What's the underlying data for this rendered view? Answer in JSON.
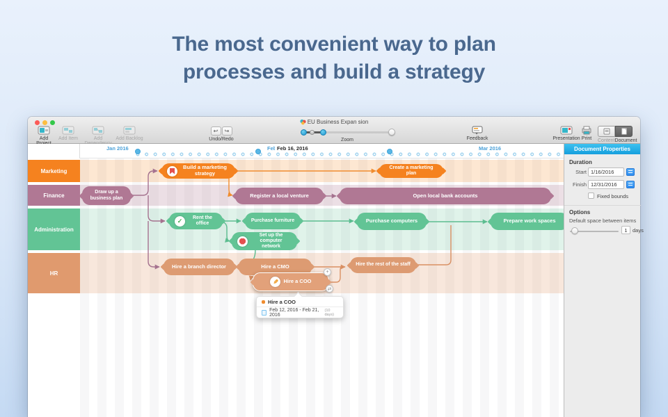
{
  "headline": {
    "line1": "The most convenient way to plan",
    "line2": "processes and build a strategy"
  },
  "window": {
    "title": "EU Business Expan sion",
    "toolbar": {
      "add_project": "Add Project",
      "add_item": "Add Item",
      "add_dependency": "Add Dependency",
      "add_backlog": "Add Backlog",
      "undo_redo": "Undo/Redo",
      "zoom": "Zoom",
      "feedback": "Feedback",
      "presentation": "Presentation",
      "print": "Print",
      "content": "Content",
      "document": "Document"
    }
  },
  "icons": {
    "undo": "↩",
    "redo": "↪",
    "plus": "+",
    "swap": "⇄",
    "check": "✓",
    "pencil": "✎"
  },
  "timeline": {
    "month_jan": "Jan 2016",
    "month_feb_partial": "Feb",
    "date_tooltip": "Feb 16, 2016",
    "month_mar": "Mar 2016"
  },
  "lanes": {
    "marketing": {
      "label": "Marketing",
      "color": "#f5821f"
    },
    "finance": {
      "label": "Finance",
      "color": "#b07894"
    },
    "administration": {
      "label": "Administration",
      "color": "#62c495"
    },
    "hr": {
      "label": "HR",
      "color": "#e09a6e"
    }
  },
  "nodes": {
    "build_strategy": {
      "label": "Build a marketing strategy",
      "icon": "bookmark-icon"
    },
    "create_plan": {
      "label": "Create a marketing plan"
    },
    "draw_up": {
      "label": "Draw up a business plan"
    },
    "register_venture": {
      "label": "Register a local venture"
    },
    "open_accounts": {
      "label": "Open local bank accounts"
    },
    "rent_office": {
      "label": "Rent the office",
      "icon": "check-icon"
    },
    "purchase_furniture": {
      "label": "Purchase furniture"
    },
    "purchase_computers": {
      "label": "Purchase computers"
    },
    "prepare_spaces": {
      "label": "Prepare work spaces"
    },
    "setup_network": {
      "label": "Set up the computer network",
      "icon": "stop-icon"
    },
    "hire_director": {
      "label": "Hire a branch director"
    },
    "hire_cmo": {
      "label": "Hire a CMO"
    },
    "hire_rest": {
      "label": "Hire the rest of the staff"
    },
    "hire_coo": {
      "label": "Hire a COO",
      "icon": "pencil-icon"
    }
  },
  "popup": {
    "title": "Hire a COO",
    "date_range": "Feb 12, 2016 - Feb 21, 2016",
    "duration": "(10 days)"
  },
  "sidebar": {
    "header": "Document Properties",
    "duration_section": "Duration",
    "start_label": "Start",
    "start_value": "1/16/2016",
    "finish_label": "Finish",
    "finish_value": "12/31/2016",
    "fixed_bounds_label": "Fixed bounds",
    "options_section": "Options",
    "spacing_label": "Default space between items",
    "spacing_value": "1",
    "spacing_unit": "days"
  },
  "colors": {
    "accent_blue": "#1fa8e4",
    "timeline_blue": "#59b7e6",
    "marketing": "#f5821f",
    "finance": "#b07894",
    "administration": "#62c495",
    "hr": "#e09a6e",
    "selection": "#e2a17a"
  }
}
